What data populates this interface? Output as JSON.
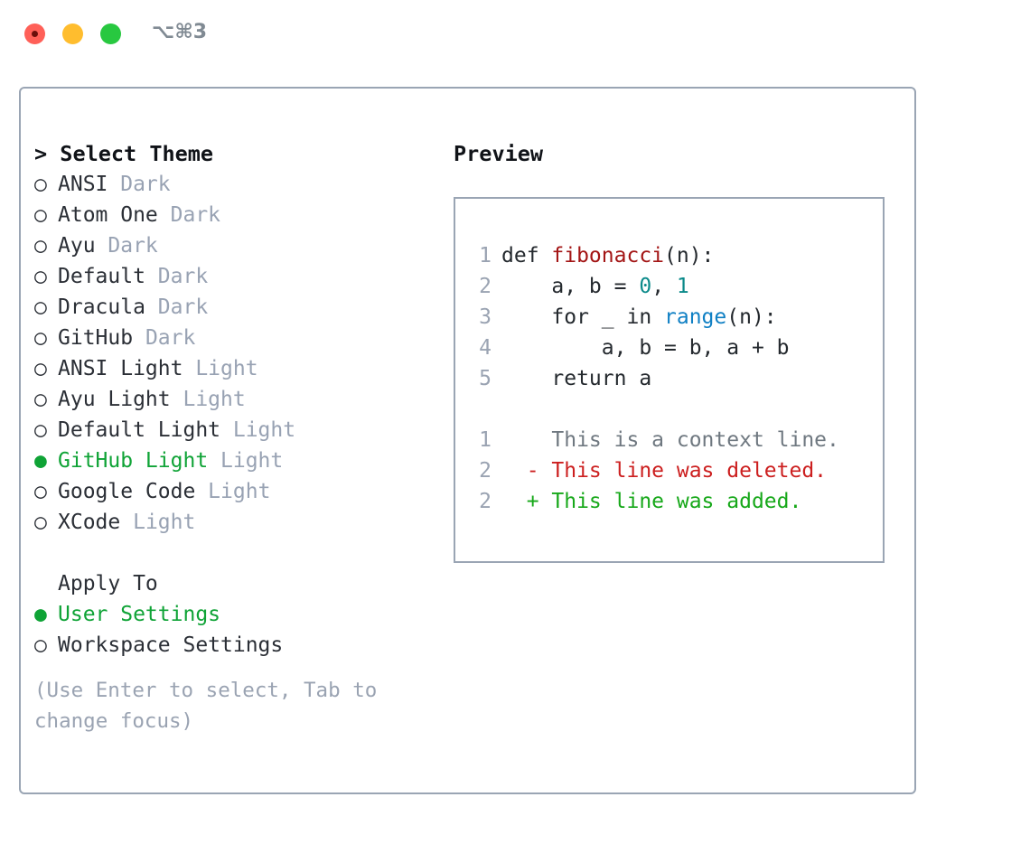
{
  "titlebar": {
    "shortcut": "⌥⌘3",
    "traffic_lights": [
      {
        "name": "close",
        "color": "#ff6058"
      },
      {
        "name": "minimize",
        "color": "#ffbd2e"
      },
      {
        "name": "maximize",
        "color": "#28c840"
      }
    ]
  },
  "colors": {
    "selected_green": "#0fa336",
    "muted_gray": "#98a2b3",
    "border": "#9aa5b4",
    "func_red": "#a31515",
    "number_teal": "#0b8a8a",
    "call_blue": "#1080c4",
    "diff_delete": "#cc1f1f",
    "diff_add": "#17a81a"
  },
  "theme_picker": {
    "header": "> Select Theme",
    "bullet_unselected": "○",
    "bullet_selected": "●",
    "items": [
      {
        "name": "ANSI",
        "mode": "Dark",
        "selected": false
      },
      {
        "name": "Atom One",
        "mode": "Dark",
        "selected": false
      },
      {
        "name": "Ayu",
        "mode": "Dark",
        "selected": false
      },
      {
        "name": "Default",
        "mode": "Dark",
        "selected": false
      },
      {
        "name": "Dracula",
        "mode": "Dark",
        "selected": false
      },
      {
        "name": "GitHub",
        "mode": "Dark",
        "selected": false
      },
      {
        "name": "ANSI Light",
        "mode": "Light",
        "selected": false
      },
      {
        "name": "Ayu Light",
        "mode": "Light",
        "selected": false
      },
      {
        "name": "Default Light",
        "mode": "Light",
        "selected": false
      },
      {
        "name": "GitHub Light",
        "mode": "Light",
        "selected": true
      },
      {
        "name": "Google Code",
        "mode": "Light",
        "selected": false
      },
      {
        "name": "XCode",
        "mode": "Light",
        "selected": false
      }
    ]
  },
  "apply_to": {
    "header": "Apply To",
    "items": [
      {
        "label": "User Settings",
        "selected": true
      },
      {
        "label": "Workspace Settings",
        "selected": false
      }
    ]
  },
  "hint": "(Use Enter to select, Tab to change focus)",
  "preview": {
    "title": "Preview",
    "code_lines": [
      {
        "num": "1",
        "segments": [
          {
            "t": "def ",
            "c": "plain"
          },
          {
            "t": "fibonacci",
            "c": "func"
          },
          {
            "t": "(n):",
            "c": "plain"
          }
        ]
      },
      {
        "num": "2",
        "segments": [
          {
            "t": "    a, b = ",
            "c": "plain"
          },
          {
            "t": "0",
            "c": "num"
          },
          {
            "t": ", ",
            "c": "plain"
          },
          {
            "t": "1",
            "c": "num"
          }
        ]
      },
      {
        "num": "3",
        "segments": [
          {
            "t": "    for _ in ",
            "c": "plain"
          },
          {
            "t": "range",
            "c": "call"
          },
          {
            "t": "(n):",
            "c": "plain"
          }
        ]
      },
      {
        "num": "4",
        "segments": [
          {
            "t": "        a, b = b, a + b",
            "c": "plain"
          }
        ]
      },
      {
        "num": "5",
        "segments": [
          {
            "t": "    return a",
            "c": "plain"
          }
        ]
      }
    ],
    "diff_lines": [
      {
        "num": "1",
        "marker": " ",
        "text": "This is a context line.",
        "kind": "ctx"
      },
      {
        "num": "2",
        "marker": "-",
        "text": "This line was deleted.",
        "kind": "del"
      },
      {
        "num": "2",
        "marker": "+",
        "text": "This line was added.",
        "kind": "add"
      }
    ]
  }
}
